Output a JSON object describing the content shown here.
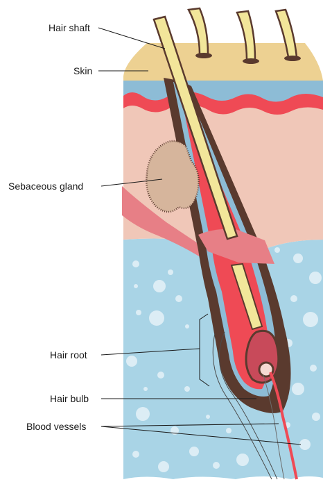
{
  "diagram": {
    "labels": {
      "hair_shaft": "Hair shaft",
      "skin": "Skin",
      "sebaceous_gland": "Sebaceous gland",
      "hair_root": "Hair root",
      "hair_bulb": "Hair bulb",
      "blood_vessels": "Blood vessels"
    },
    "colors": {
      "epidermis": "#edd192",
      "dermis": "#f0c7b8",
      "blue_layer": "#8dbcd6",
      "red_vessel": "#ef4a55",
      "subcutaneous": "#a9d4e6",
      "follicle_brown": "#5a3a2e",
      "hair": "#f2e69a",
      "gland": "#d6b59c"
    }
  }
}
